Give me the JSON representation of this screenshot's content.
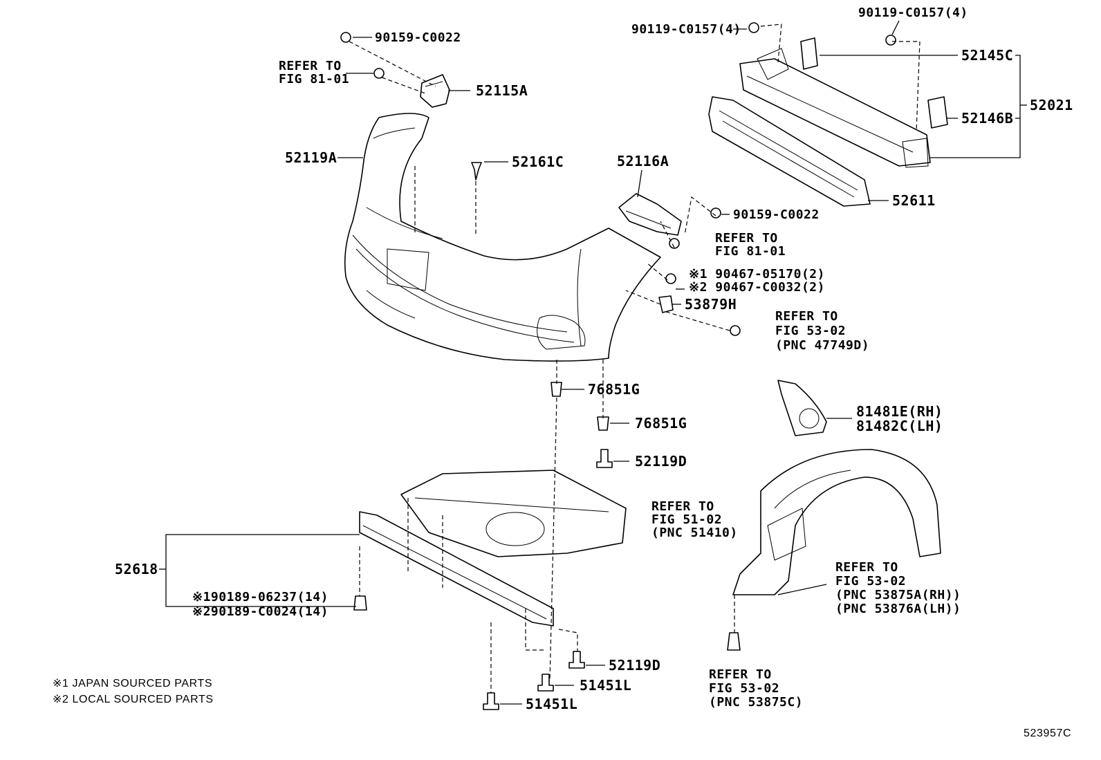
{
  "parts": {
    "p90159_top": "90159-C0022",
    "refer81_top_1": "REFER TO",
    "refer81_top_2": "FIG 81-01",
    "p52115A": "52115A",
    "p52119A": "52119A",
    "p52161C": "52161C",
    "p52116A": "52116A",
    "p90119_left": "90119-C0157(4)",
    "p90119_right": "90119-C0157(4)",
    "p52145C": "52145C",
    "p52021": "52021",
    "p52146B": "52146B",
    "p52611": "52611",
    "p90159_mid": "90159-C0022",
    "refer81_mid_1": "REFER TO",
    "refer81_mid_2": "FIG 81-01",
    "p90467_1": "※1 90467-05170(2)",
    "p90467_2": "※2 90467-C0032(2)",
    "p53879H": "53879H",
    "refer53_a_1": "REFER TO",
    "refer53_a_2": "FIG 53-02",
    "refer53_a_3": "(PNC 47749D)",
    "p76851G_a": "76851G",
    "p76851G_b": "76851G",
    "p81481E": "81481E(RH)",
    "p81482C": "81482C(LH)",
    "p52119D_a": "52119D",
    "refer51_1": "REFER TO",
    "refer51_2": "FIG 51-02",
    "refer51_3": "(PNC 51410)",
    "p52618": "52618",
    "p90189_1": "※190189-06237(14)",
    "p90189_2": "※290189-C0024(14)",
    "refer53_b_1": "REFER TO",
    "refer53_b_2": "FIG 53-02",
    "refer53_b_3": "(PNC 53875A(RH))",
    "refer53_b_4": "(PNC 53876A(LH))",
    "p52119D_b": "52119D",
    "p51451L_a": "51451L",
    "p51451L_b": "51451L",
    "refer53_c_1": "REFER TO",
    "refer53_c_2": "FIG 53-02",
    "refer53_c_3": "(PNC 53875C)"
  },
  "notes": {
    "japan": "※1 JAPAN SOURCED PARTS",
    "local": "※2 LOCAL SOURCED PARTS"
  },
  "figure_id": "523957C"
}
